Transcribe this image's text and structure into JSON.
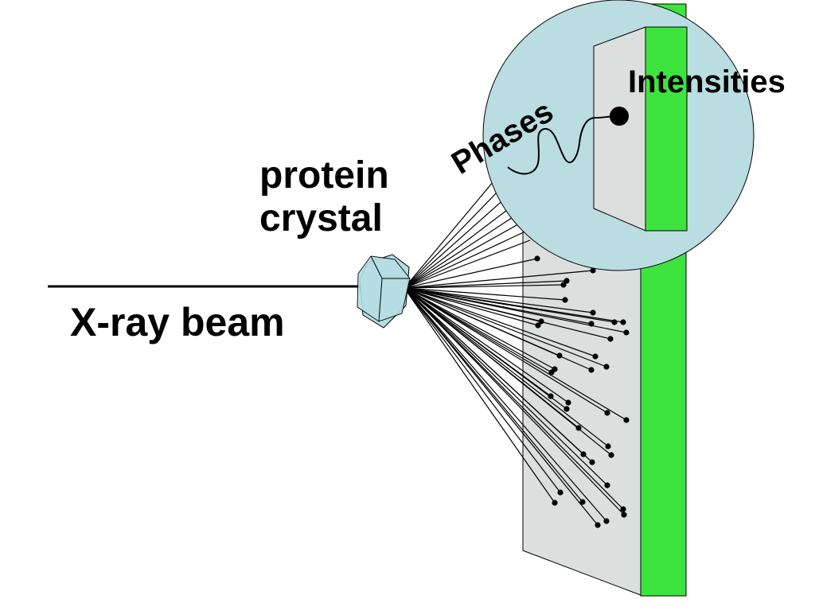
{
  "labels": {
    "beam": "X-ray beam",
    "crystal_line1": "protein",
    "crystal_line2": "crystal",
    "phases": "Phases",
    "intensities": "Intensities"
  },
  "colors": {
    "detector_face": "#dcdfde",
    "detector_edge": "#3ee43e",
    "crystal": "#b5dde3",
    "magnifier": "#b9dde0",
    "ink": "#000000"
  }
}
